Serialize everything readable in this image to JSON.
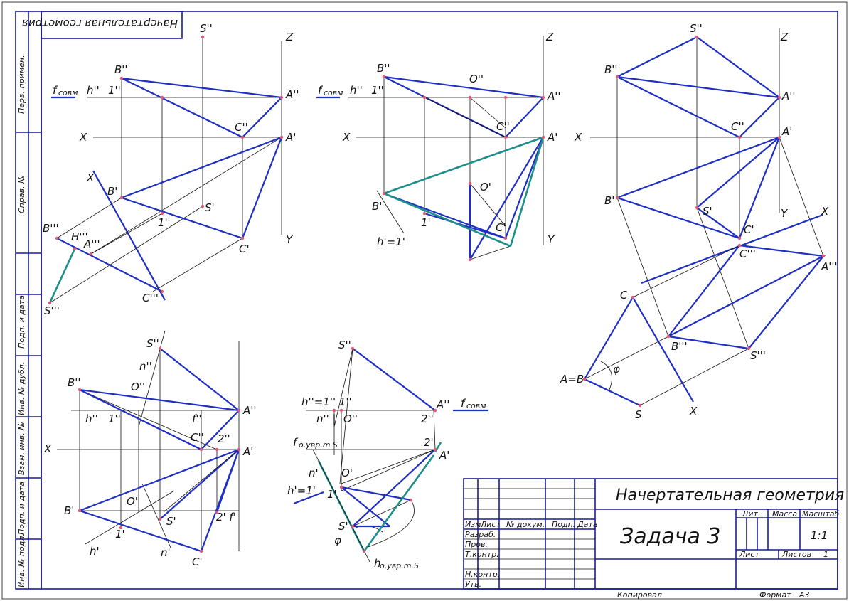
{
  "page": {
    "header_label": "Начертательная геометрия",
    "side_labels": [
      "Перв. примен.",
      "Справ. №",
      "Подп. и дата",
      "Инв. № дубл.",
      "Взам. инв. №",
      "Подп. и дата",
      "Инв. № подл."
    ],
    "footer_left": "Копировал",
    "footer_format": "Формат",
    "footer_format_value": "А3"
  },
  "title_block": {
    "title": "Начертательная геометрия",
    "task": "Задача 3",
    "col_izm": "Изм.",
    "col_list": "Лист",
    "col_doc": "№ докум.",
    "col_sign": "Подп.",
    "col_date": "Дата",
    "rows": [
      "Разраб.",
      "Пров.",
      "Т.контр.",
      "",
      "Н.контр.",
      "Утв."
    ],
    "lit": "Лит.",
    "mass": "Масса",
    "scale_label": "Масштаб",
    "scale_value": "1:1",
    "sheet": "Лист",
    "sheets": "Листов",
    "sheets_value": "1"
  },
  "labels": {
    "v1": {
      "S2": "S''",
      "Z": "Z",
      "B2": "B''",
      "fsovm": "f",
      "fsovm_sub": "совм",
      "h2": "h''",
      "one2": "1''",
      "A2": "A''",
      "C2": "C''",
      "X": "X",
      "A1": "A'",
      "Xn": "X",
      "B1": "B'",
      "S1": "S'",
      "B4": "B'''",
      "H4": "H'''",
      "A4": "A'''",
      "one1": "1'",
      "C1": "C'",
      "Y": "Y",
      "C4": "C'''",
      "S4": "S'''"
    },
    "v2": {
      "Z": "Z",
      "B2": "B''",
      "O2": "O''",
      "fsovm": "f",
      "fsovm_sub": "совм",
      "h2": "h''",
      "one2": "1''",
      "A2": "A''",
      "C2": "C''",
      "X": "X",
      "A1": "A'",
      "O1": "O'",
      "B1": "B'",
      "one1": "1'",
      "C1": "C'",
      "Y": "Y",
      "h1": "h'=1'"
    },
    "v3": {
      "S2": "S''",
      "Z": "Z",
      "B2": "B''",
      "A2": "A''",
      "C2": "C''",
      "X": "X",
      "A1": "A'",
      "B1": "B'",
      "S1": "S'",
      "Y": "Y",
      "Xn": "X",
      "C1": "C'",
      "C4": "C'''",
      "A4": "A'''",
      "C5": "C",
      "B4": "B'''",
      "S4": "S'''",
      "phi": "φ",
      "AB": "A=B",
      "S5": "S",
      "Xb": "X"
    },
    "v4": {
      "S2": "S''",
      "n2": "n''",
      "B2": "B''",
      "O2": "O''",
      "h2": "h''",
      "one2": "1''",
      "f2": "f''",
      "A2": "A''",
      "C2": "C''",
      "two2": "2''",
      "X": "X",
      "A1": "A'",
      "B1": "B'",
      "O1": "O'",
      "S1": "S'",
      "two1": "2' f'",
      "one1": "1'",
      "h1": "h'",
      "n1": "n'",
      "C1": "C'"
    },
    "v5": {
      "S2": "S''",
      "h2": "h''=1'' 1''",
      "n2": "n'' |",
      "O2": "O''",
      "two2": "2''",
      "A2": "A''",
      "fsovm": "f",
      "fsovm_sub": "совм",
      "fovr": "f",
      "fovr_sub": "о.увр.m.S",
      "two1": "2'",
      "A1": "A'",
      "n1": "n'",
      "O1": "O'",
      "h1": "h'=1'",
      "one1": "1'",
      "S1": "S'",
      "phi": "φ",
      "hovr": "h",
      "hovr_sub": "о.увр.m.S"
    }
  }
}
